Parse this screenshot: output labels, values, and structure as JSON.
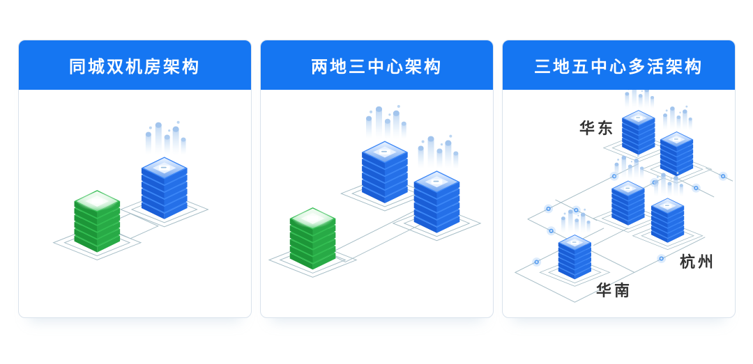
{
  "page": {
    "background": "#ffffff"
  },
  "cards": [
    {
      "id": "same-city-dual-dc",
      "title": "同城双机房架构",
      "labels": []
    },
    {
      "id": "two-locations-three-centers",
      "title": "两地三中心架构",
      "labels": []
    },
    {
      "id": "three-locations-five-centers",
      "title": "三地五中心多活架构",
      "labels": [
        {
          "text": "华东"
        },
        {
          "text": "杭州"
        },
        {
          "text": "华南"
        }
      ]
    }
  ],
  "colors": {
    "header_bg": "#1576f2",
    "header_text": "#ffffff",
    "card_border": "#d9e2ec",
    "card_bg": "#ffffff",
    "wireframe": "#a6bdc6",
    "node_dot": "#4a96f0",
    "region_label": "#333333",
    "blue_stack_top": "#3b86f6",
    "blue_stack_left": "#1a5ed6",
    "blue_stack_right": "#2570e8",
    "green_stack_top": "#33bd52",
    "green_stack_left": "#1d9638",
    "green_stack_right": "#28aa46"
  },
  "icons": {
    "stack_top_glyph": "server-panel-icon",
    "network_node": "node-dot-icon"
  }
}
